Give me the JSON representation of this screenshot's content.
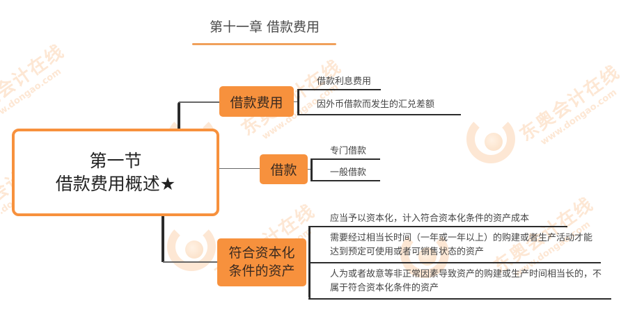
{
  "title": "第十一章 借款费用",
  "root": {
    "line1": "第一节",
    "line2": "借款费用概述★"
  },
  "branches": [
    {
      "label": "借款费用",
      "children": [
        "借款利息费用",
        "因外币借款而发生的汇兑差额"
      ]
    },
    {
      "label": "借款",
      "children": [
        "专门借款",
        "一般借款"
      ]
    },
    {
      "label_line1": "符合资本化",
      "label_line2": "条件的资产",
      "children": [
        "应当予以资本化，计入符合资本化条件的资产成本",
        "需要经过相当长时间（一年或一年以上）的购建或者生产活动才能达到预定可使用或者可销售状态的资产",
        "人为或者故意等非正常因素导致资产的购建或生产时间相当长的，不属于符合资本化条件的资产"
      ]
    }
  ],
  "watermark": {
    "text": "东奥会计在线",
    "url_text": "www.dongao.com"
  },
  "colors": {
    "accent": "#f7913d",
    "underline": "#f0a05a",
    "connector": "#2b2b2b"
  }
}
